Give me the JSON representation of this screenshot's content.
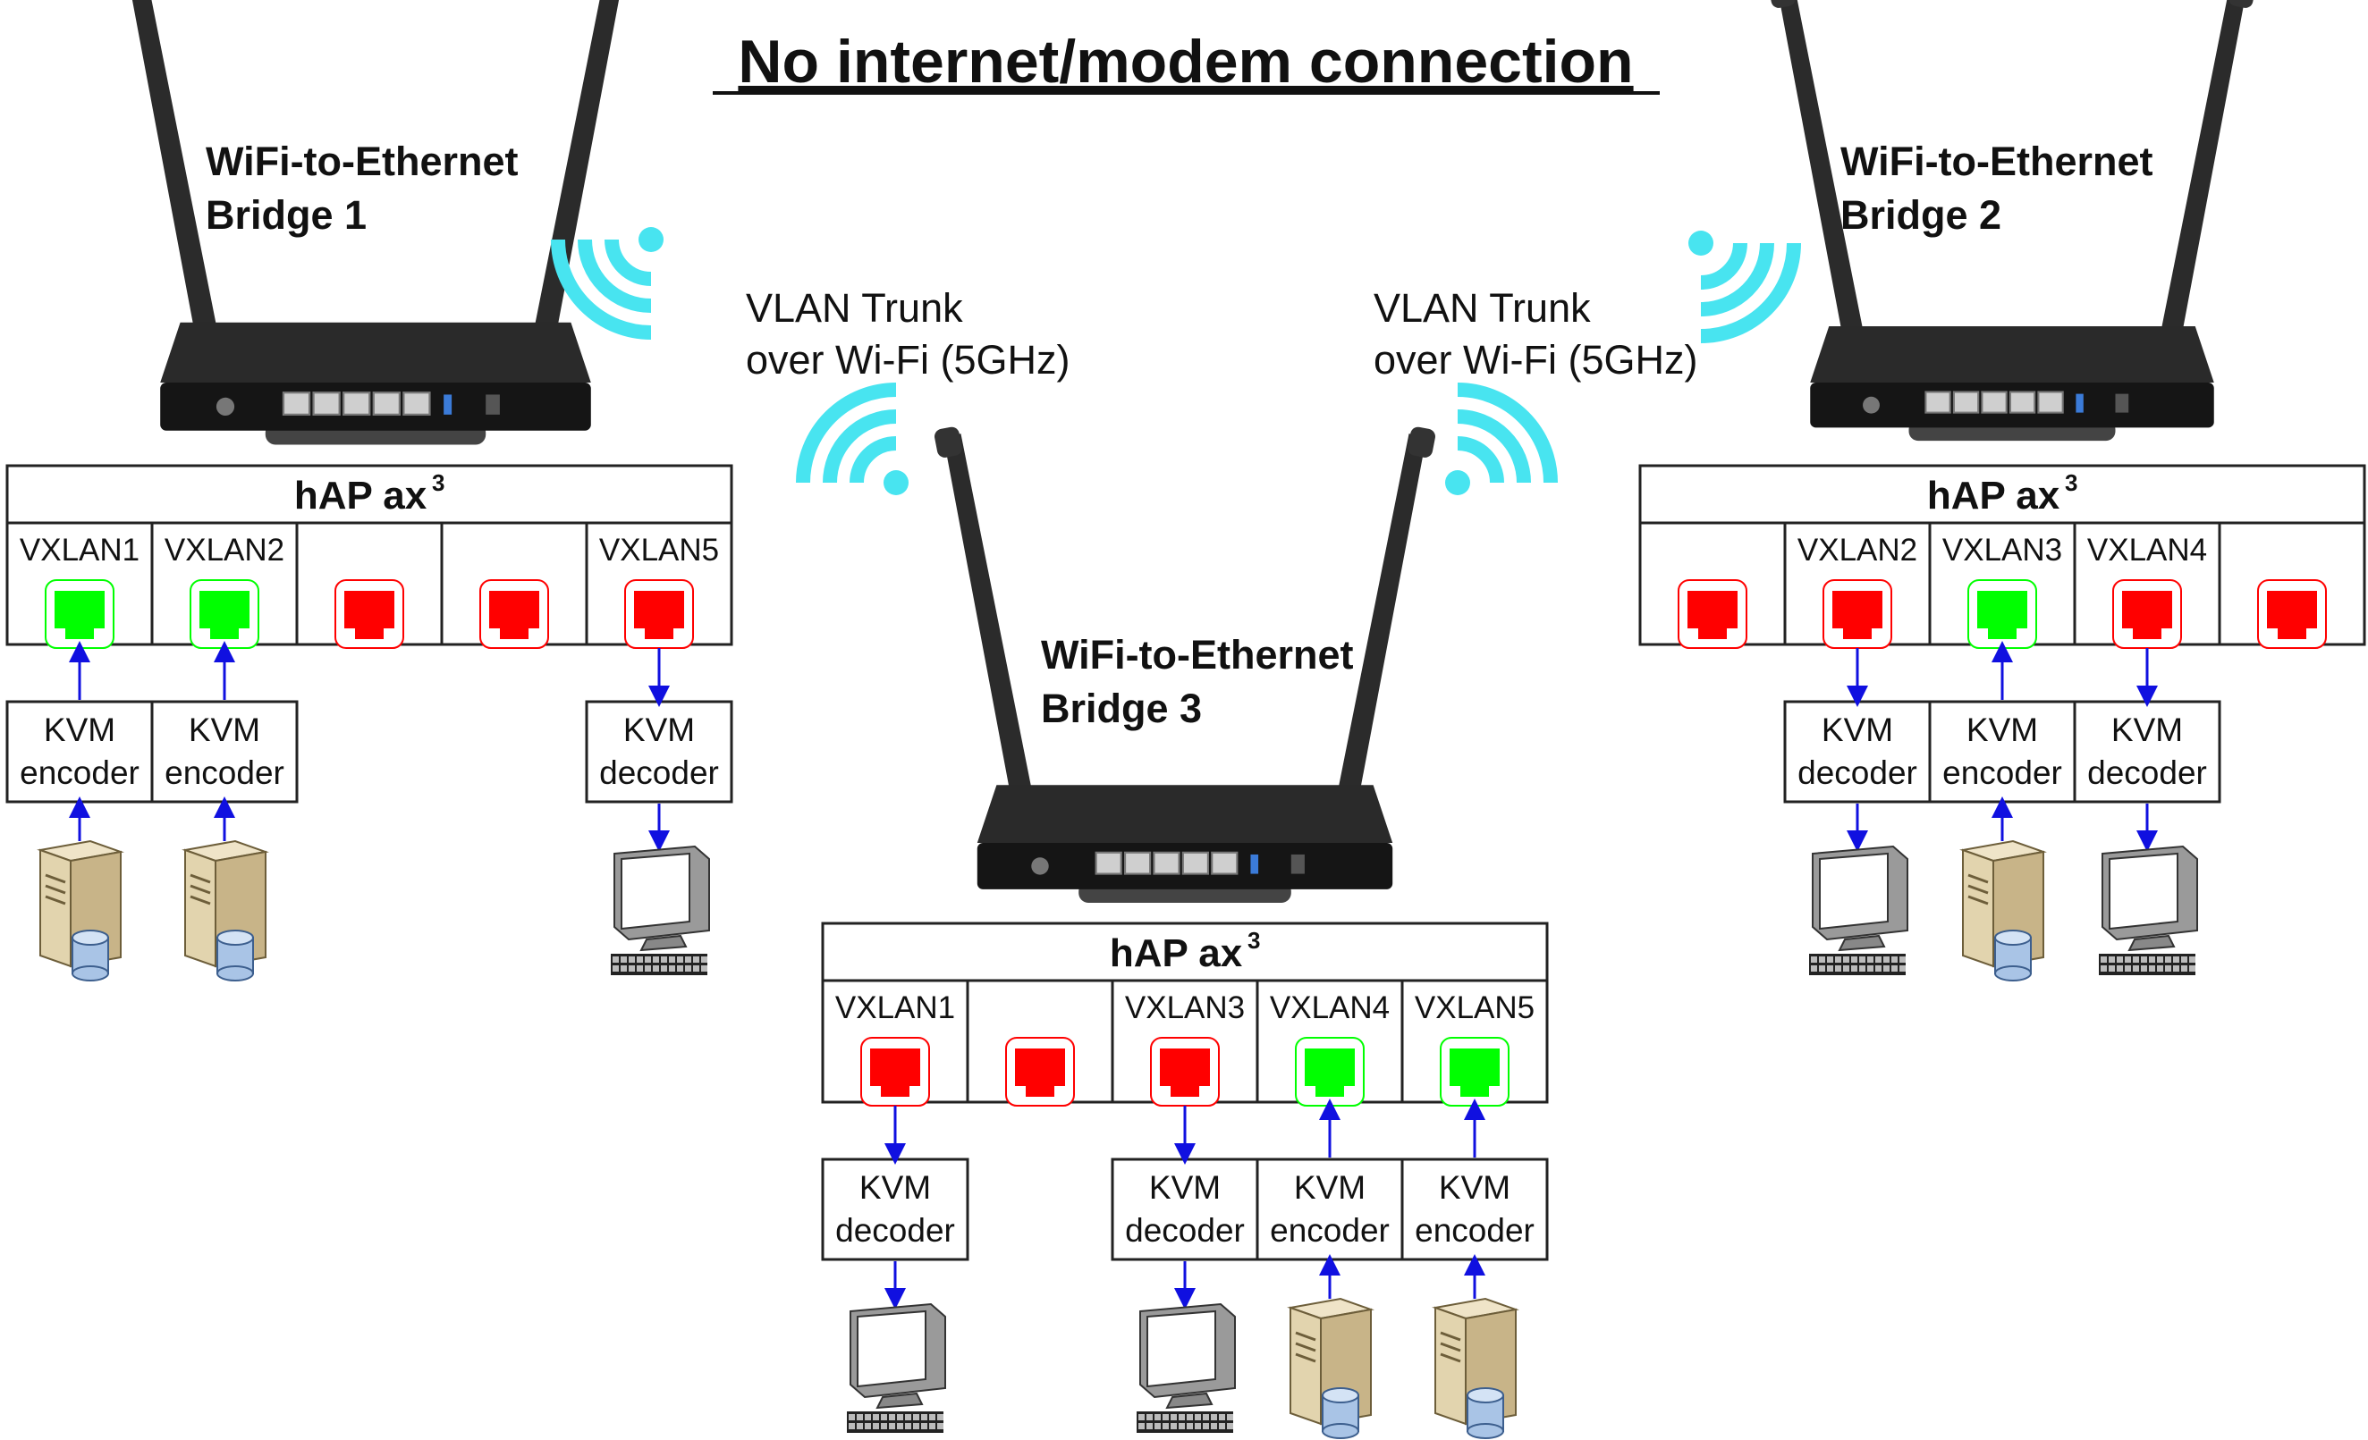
{
  "title": "No internet/modem connection",
  "wifi_labels": [
    {
      "line1": "VLAN Trunk",
      "line2": "over Wi-Fi (5GHz)"
    },
    {
      "line1": "VLAN Trunk",
      "line2": "over Wi-Fi (5GHz)"
    }
  ],
  "colors": {
    "wifi": "#48e4f0",
    "port_active": "#00ff00",
    "port_inactive": "#ff0000",
    "arrow": "#1010e0"
  },
  "bridges": [
    {
      "name_line1": "WiFi-to-Ethernet",
      "name_line2": "Bridge 1",
      "model": "hAP ax",
      "model_sup": "3",
      "ports": [
        {
          "label": "VXLAN1",
          "state": "green",
          "device": {
            "line1": "KVM",
            "line2": "encoder",
            "endpoint": "server-icon",
            "direction": "up"
          }
        },
        {
          "label": "VXLAN2",
          "state": "green",
          "device": {
            "line1": "KVM",
            "line2": "encoder",
            "endpoint": "server-icon",
            "direction": "up"
          }
        },
        {
          "label": "",
          "state": "red",
          "device": null
        },
        {
          "label": "",
          "state": "red",
          "device": null
        },
        {
          "label": "VXLAN5",
          "state": "red",
          "device": {
            "line1": "KVM",
            "line2": "decoder",
            "endpoint": "monitor-icon",
            "direction": "down"
          }
        }
      ]
    },
    {
      "name_line1": "WiFi-to-Ethernet",
      "name_line2": "Bridge 2",
      "model": "hAP ax",
      "model_sup": "3",
      "ports": [
        {
          "label": "",
          "state": "red",
          "device": null
        },
        {
          "label": "VXLAN2",
          "state": "red",
          "device": {
            "line1": "KVM",
            "line2": "decoder",
            "endpoint": "monitor-icon",
            "direction": "down"
          }
        },
        {
          "label": "VXLAN3",
          "state": "green",
          "device": {
            "line1": "KVM",
            "line2": "encoder",
            "endpoint": "server-icon",
            "direction": "up"
          }
        },
        {
          "label": "VXLAN4",
          "state": "red",
          "device": {
            "line1": "KVM",
            "line2": "decoder",
            "endpoint": "monitor-icon",
            "direction": "down"
          }
        },
        {
          "label": "",
          "state": "red",
          "device": null
        }
      ]
    },
    {
      "name_line1": "WiFi-to-Ethernet",
      "name_line2": "Bridge 3",
      "model": "hAP ax",
      "model_sup": "3",
      "ports": [
        {
          "label": "VXLAN1",
          "state": "red",
          "device": {
            "line1": "KVM",
            "line2": "decoder",
            "endpoint": "monitor-icon",
            "direction": "down"
          }
        },
        {
          "label": "",
          "state": "red",
          "device": null
        },
        {
          "label": "VXLAN3",
          "state": "red",
          "device": {
            "line1": "KVM",
            "line2": "decoder",
            "endpoint": "monitor-icon",
            "direction": "down"
          }
        },
        {
          "label": "VXLAN4",
          "state": "green",
          "device": {
            "line1": "KVM",
            "line2": "encoder",
            "endpoint": "server-icon",
            "direction": "up"
          }
        },
        {
          "label": "VXLAN5",
          "state": "green",
          "device": {
            "line1": "KVM",
            "line2": "encoder",
            "endpoint": "server-icon",
            "direction": "up"
          }
        }
      ]
    }
  ]
}
